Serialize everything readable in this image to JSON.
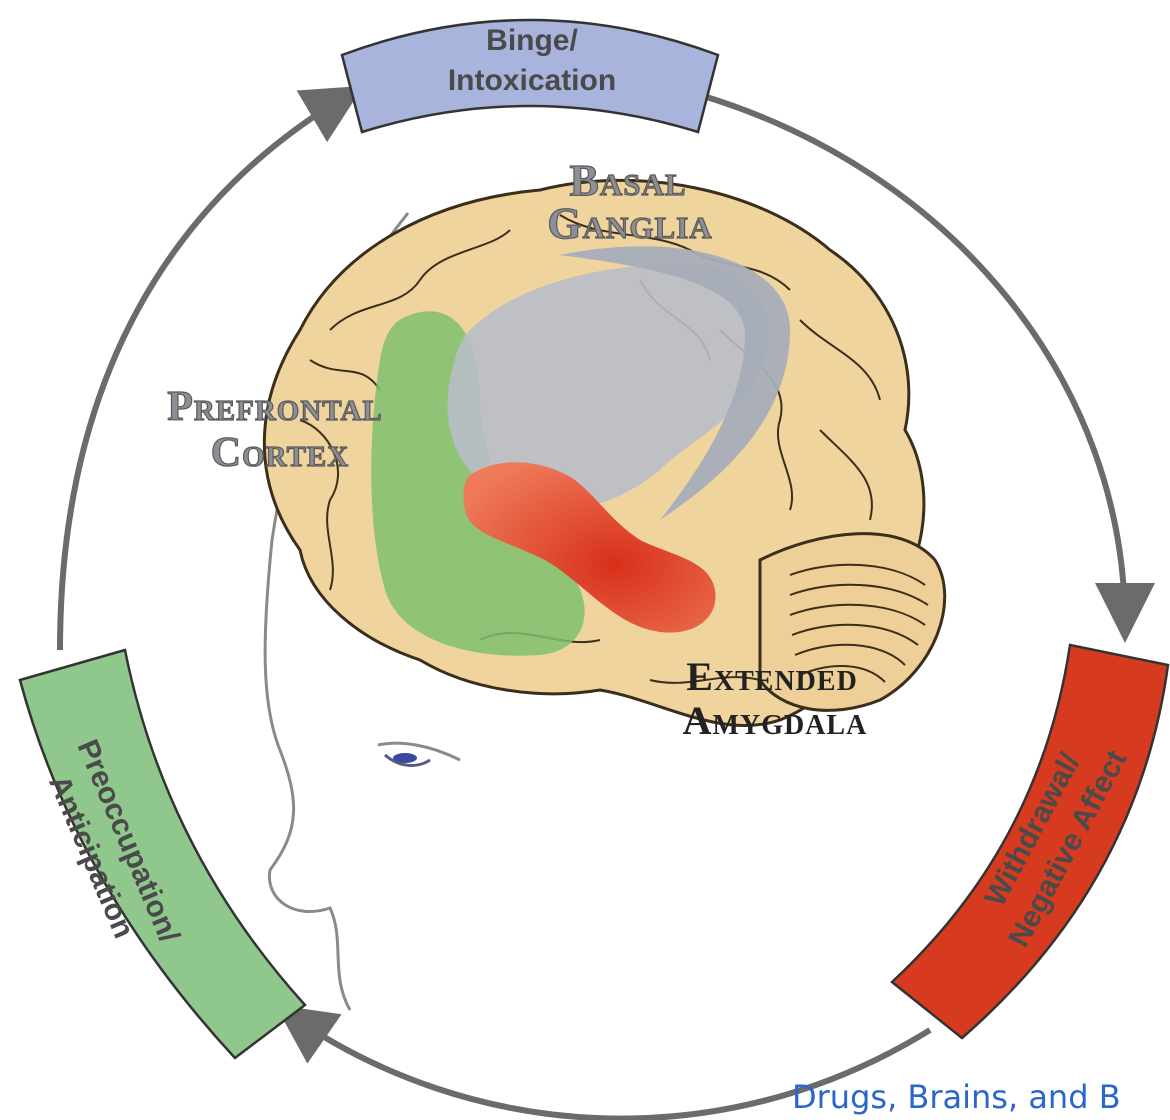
{
  "stages": {
    "binge": {
      "line1": "Binge/",
      "line2": "Intoxication"
    },
    "withdrawal": {
      "line1": "Withdrawal/",
      "line2": "Negative Affect"
    },
    "preoccupation": {
      "line1": "Preoccupation/",
      "line2": "Anticipation"
    }
  },
  "regions": {
    "basal_ganglia": {
      "line1": "Basal",
      "line2": "Ganglia"
    },
    "prefrontal_cortex": {
      "line1": "Prefrontal",
      "line2": "Cortex"
    },
    "extended_amygdala": {
      "line1": "Extended",
      "line2": "Amygdala"
    }
  },
  "caption": "Drugs, Brains, and B",
  "colors": {
    "binge": "#a9b4dc",
    "withdrawal": "#d63a1f",
    "preoccupation": "#8fc78d",
    "brain": "#f0d49e",
    "prefrontal": "#7fbf6e",
    "basal": "#b9bec7",
    "amygdala": "#e2482b",
    "arrow": "#6b6b6b"
  }
}
